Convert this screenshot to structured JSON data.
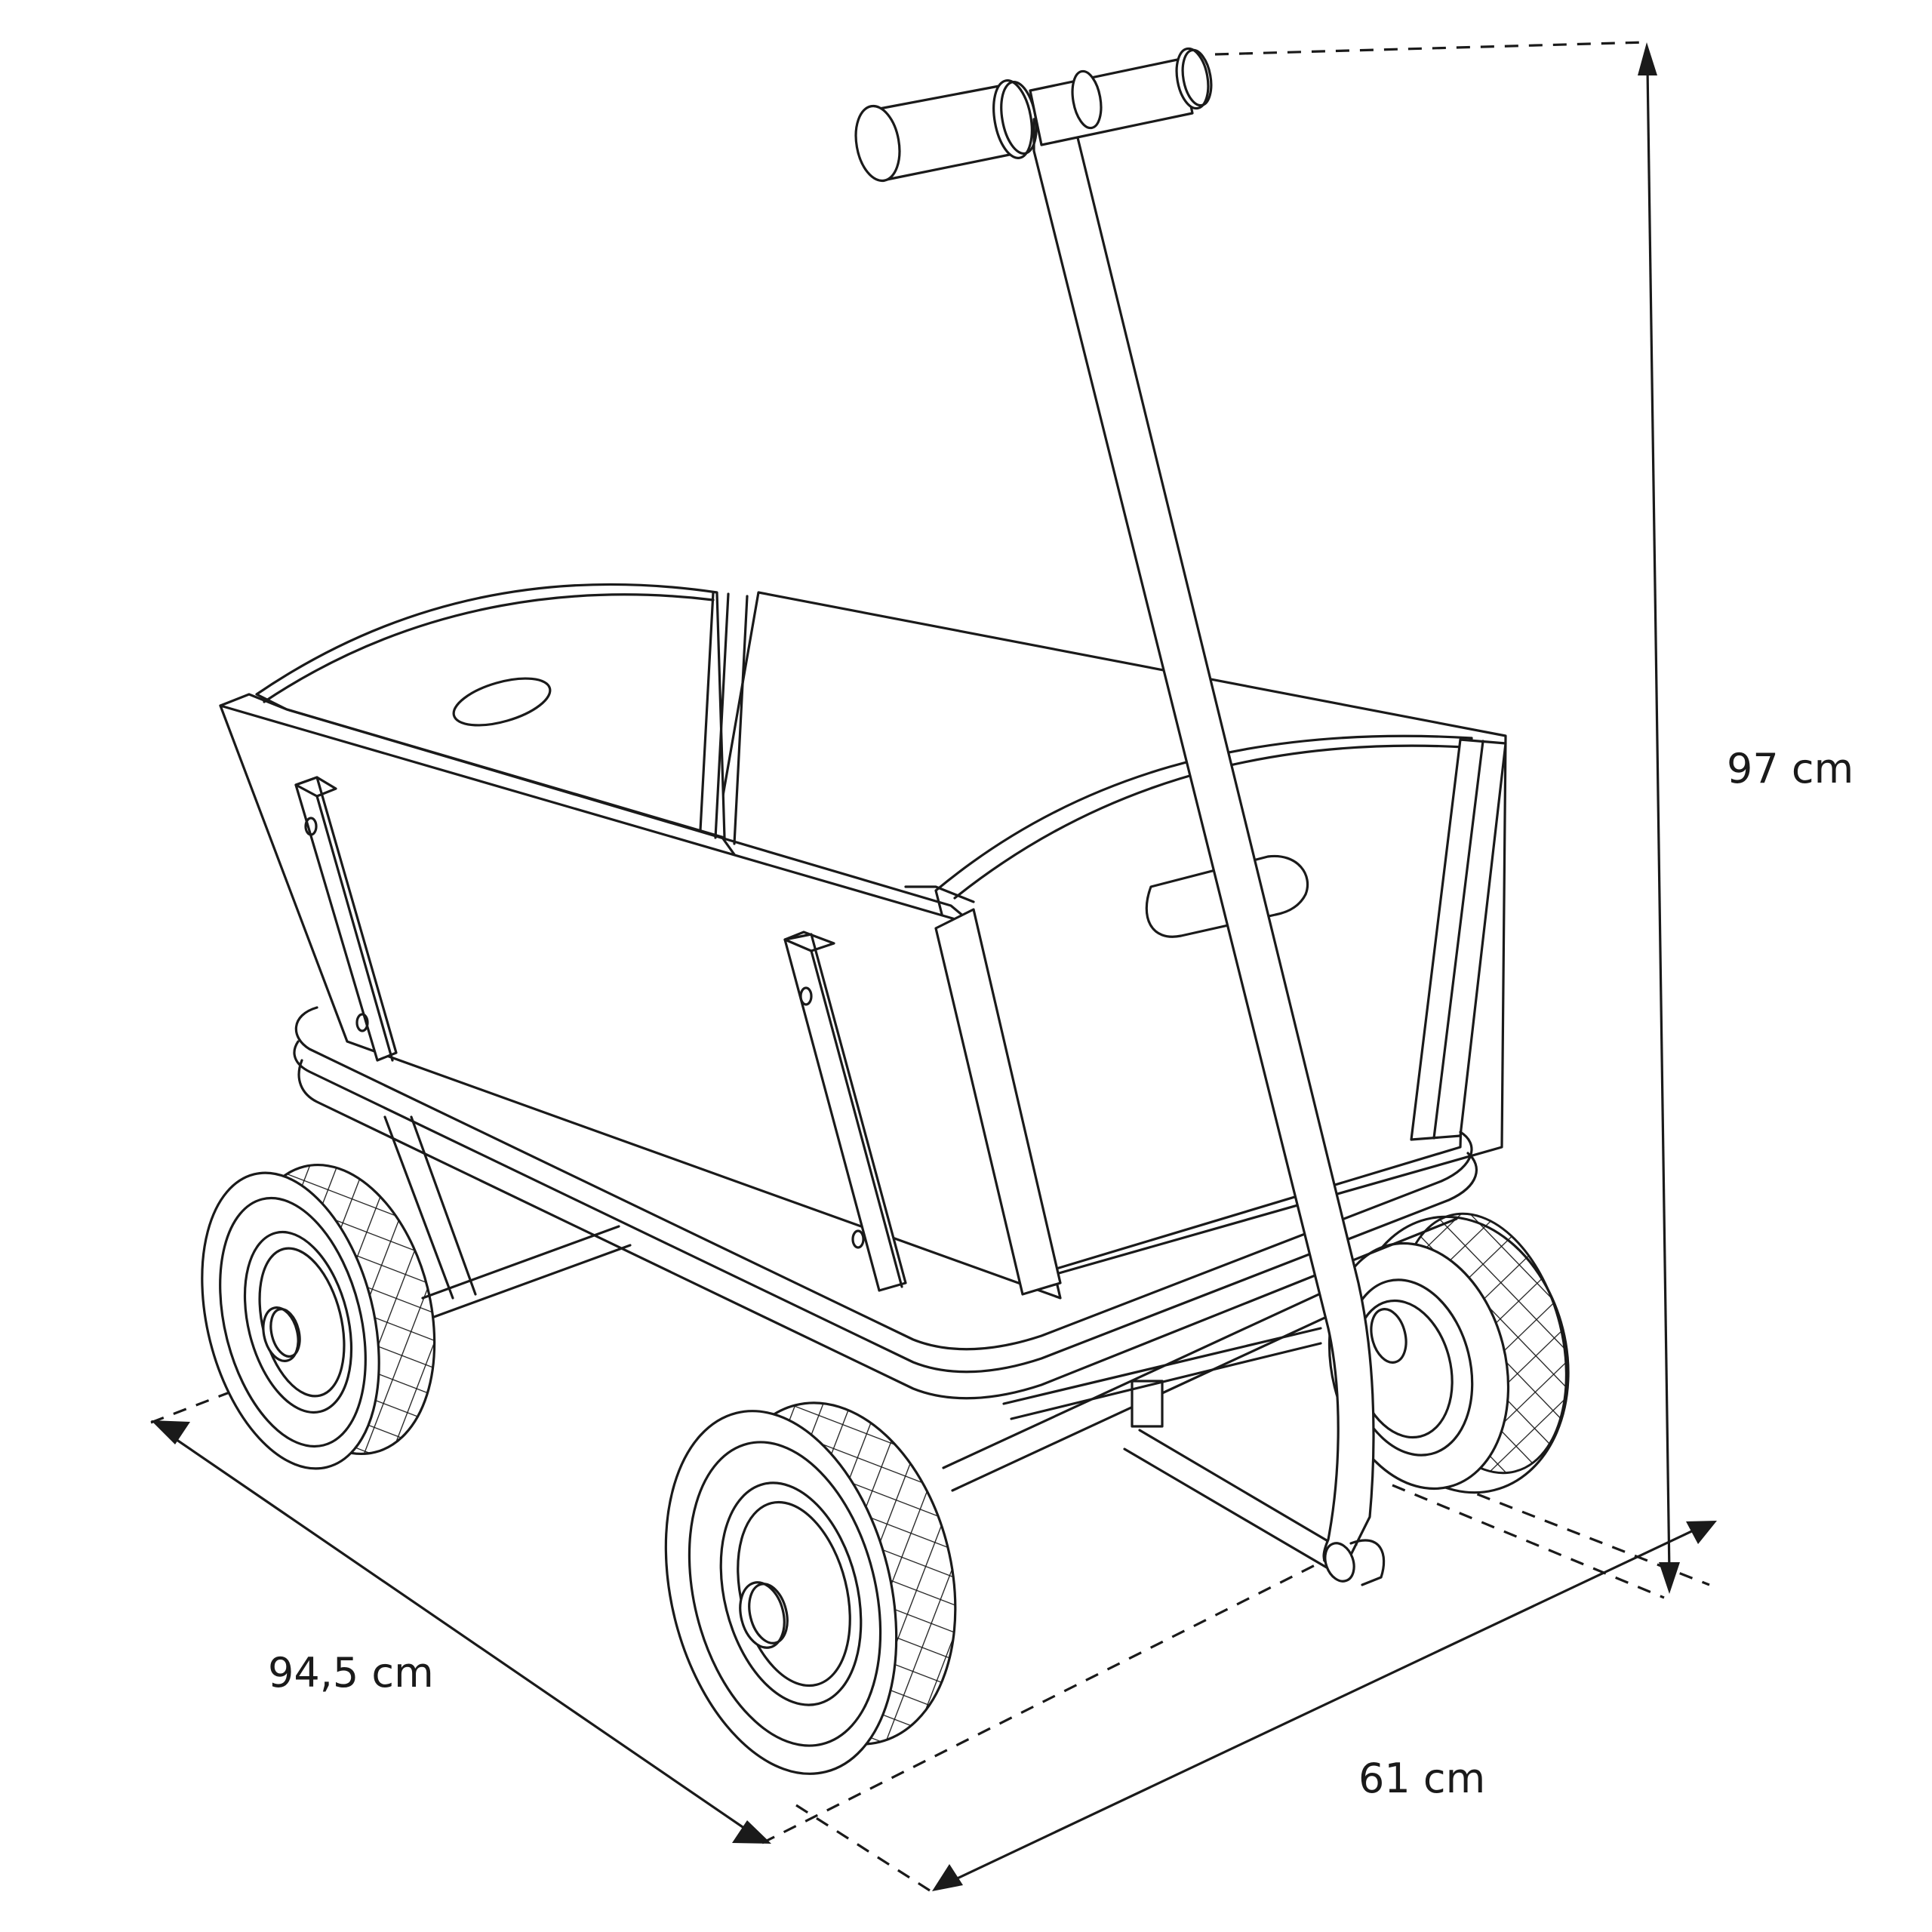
{
  "figure": {
    "subject": "Wooden handcart / pull wagon",
    "style": "black line-art technical illustration on white",
    "colors": {
      "line": "#1a1a1a",
      "background": "#ffffff"
    }
  },
  "dimensions": {
    "height": {
      "label": "97 cm",
      "axis": "vertical"
    },
    "length": {
      "label": "94,5 cm",
      "axis": "front-left diagonal"
    },
    "width": {
      "label": "61 cm",
      "axis": "front-right diagonal"
    }
  },
  "components": [
    {
      "name": "T-handle grip",
      "detail": "two cylindrical grips with flanged end caps and central collar"
    },
    {
      "name": "Draw bar",
      "detail": "long tube running from handle down to front axle pivot"
    },
    {
      "name": "Wooden box",
      "detail": "tapered sides with curved end panels, oval hand-hole cutouts"
    },
    {
      "name": "Corner posts",
      "detail": "square battens with bolt holes"
    },
    {
      "name": "Base frame",
      "detail": "rounded double-rail platform"
    },
    {
      "name": "Wheels",
      "count": 4,
      "detail": "pneumatic tyres with crosshatched tread, stepped hubs"
    }
  ]
}
